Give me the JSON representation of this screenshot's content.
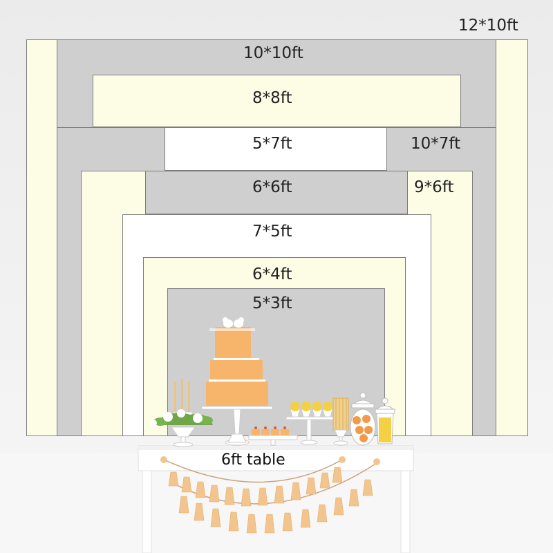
{
  "sizes": {
    "s12x10": "12*10ft",
    "s10x10": "10*10ft",
    "s8x8": "8*8ft",
    "s5x7": "5*7ft",
    "s10x7": "10*7ft",
    "s6x6": "6*6ft",
    "s9x6": "9*6ft",
    "s7x5": "7*5ft",
    "s6x4": "6*4ft",
    "s5x3": "5*3ft"
  },
  "table_label": "6ft table",
  "colors": {
    "cream": "#fdfde6",
    "grey": "#cfcfcf",
    "white": "#ffffff",
    "cake": "#f7b46b",
    "tassel": "#f3c58e"
  }
}
